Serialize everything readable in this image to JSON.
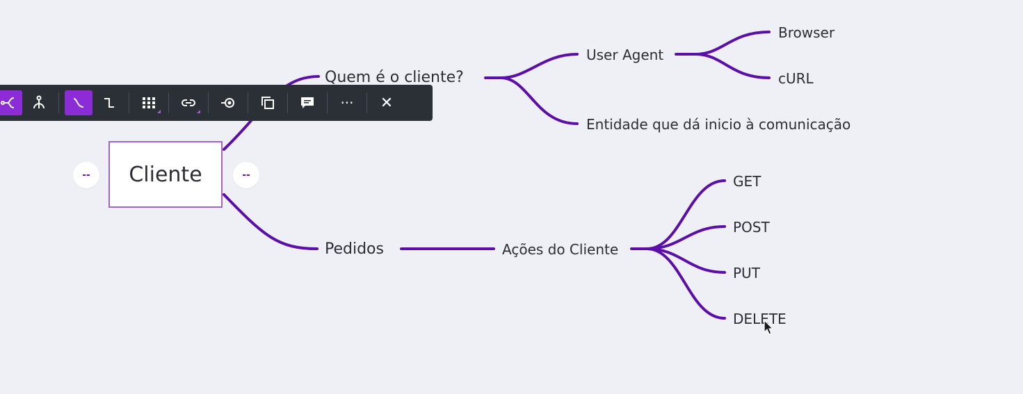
{
  "mindmap": {
    "root": "Cliente",
    "branch1": "Quem é o cliente?",
    "user_agent": "User Agent",
    "browser": "Browser",
    "curl": "cURL",
    "entidade": "Entidade que dá inicio à comunicação",
    "branch2": "Pedidos",
    "acoes": "Ações do Cliente",
    "get": "GET",
    "post": "POST",
    "put": "PUT",
    "delete": "DELETE",
    "collapse_left": "--",
    "collapse_right": "--",
    "line_color": "#5c0fa8"
  },
  "toolbar": {
    "buttons": [
      "mind-map-layout-icon",
      "org-chart-layout-icon",
      "curved-line-icon",
      "elbow-line-icon",
      "grid-icon",
      "link-icon",
      "focus-icon",
      "copy-icon",
      "comment-icon",
      "more-icon",
      "close-icon"
    ],
    "more_label": "···",
    "close_label": "✕",
    "accent": "#8b2cd6"
  }
}
